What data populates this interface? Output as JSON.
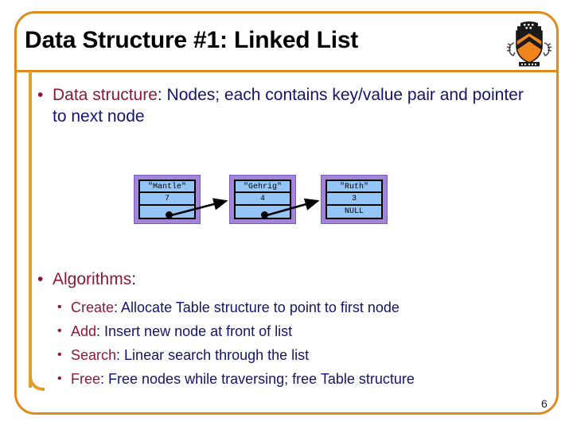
{
  "slide": {
    "title": "Data Structure #1: Linked List",
    "page_number": "6",
    "logo_name": "princeton-shield-logo"
  },
  "bullets": [
    {
      "id": "data-structure",
      "keyword": "Data structure",
      "rest": ": Nodes; each contains key/value pair and pointer to next node"
    },
    {
      "id": "algorithms",
      "keyword": "Algorithms",
      "rest": ":"
    }
  ],
  "sub_bullets": [
    {
      "id": "create",
      "keyword": "Create",
      "rest": ": Allocate Table structure to point to first node"
    },
    {
      "id": "add",
      "keyword": "Add",
      "rest": ": Insert new node at front of list"
    },
    {
      "id": "search",
      "keyword": "Search",
      "rest": ": Linear search through the list"
    },
    {
      "id": "free",
      "keyword": "Free",
      "rest": ": Free nodes while traversing; free Table structure"
    }
  ],
  "diagram": {
    "type": "linked-list",
    "nodes": [
      {
        "key": "\"Mantle\"",
        "value": "7",
        "next": "pointer"
      },
      {
        "key": "\"Gehrig\"",
        "value": "4",
        "next": "pointer"
      },
      {
        "key": "\"Ruth\"",
        "value": "3",
        "next": "NULL"
      }
    ]
  },
  "colors": {
    "frame": "#E08A1E",
    "accent_bar": "#E0A030",
    "keyword": "#8C1838",
    "body_text": "#14146E",
    "node_outer": "#A285D6",
    "node_fill": "#93C6F7",
    "title": "#000000"
  }
}
